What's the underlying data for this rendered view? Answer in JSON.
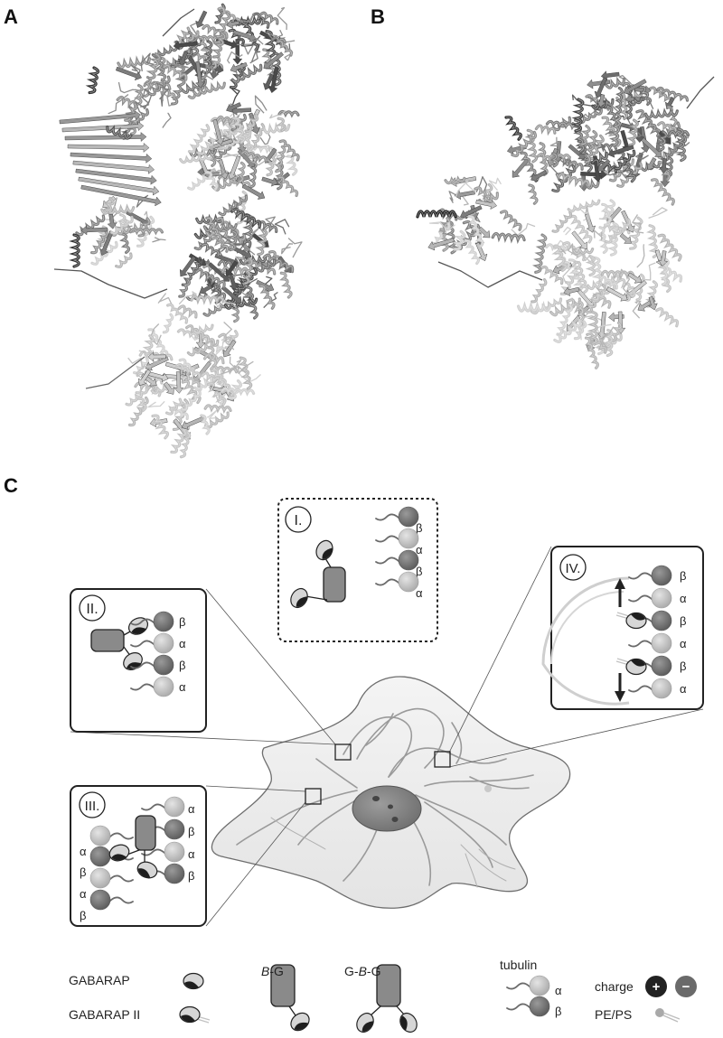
{
  "panels": {
    "a": "A",
    "b": "B",
    "c": "C"
  },
  "insets": {
    "one": {
      "label": "I.",
      "tubulin": [
        "β",
        "α",
        "β",
        "α"
      ]
    },
    "two": {
      "label": "II.",
      "tubulin": [
        "β",
        "α",
        "β",
        "α"
      ]
    },
    "three": {
      "label": "III.",
      "left_tubulin": [
        "α",
        "β",
        "α",
        "β"
      ],
      "right_tubulin": [
        "α",
        "β",
        "α",
        "β"
      ]
    },
    "four": {
      "label": "IV.",
      "tubulin": [
        "β",
        "α",
        "β",
        "α",
        "β",
        "α"
      ]
    }
  },
  "legend": {
    "gabarap": "GABARAP",
    "gabarap_ii": "GABARAP II",
    "bg_italic": "B",
    "bg_rest": "-G",
    "gbg_pre": "G-",
    "gbg_italic": "B",
    "gbg_post": "-G",
    "tubulin": "tubulin",
    "tubulin_alpha": "α",
    "tubulin_beta": "β",
    "charge": "charge",
    "plus": "+",
    "minus": "−",
    "pe_ps": "PE/PS"
  },
  "colors": {
    "dark": "#2b2b2b",
    "mid": "#7a7a7a",
    "light": "#c4c4c4",
    "cell": "#efefef"
  }
}
